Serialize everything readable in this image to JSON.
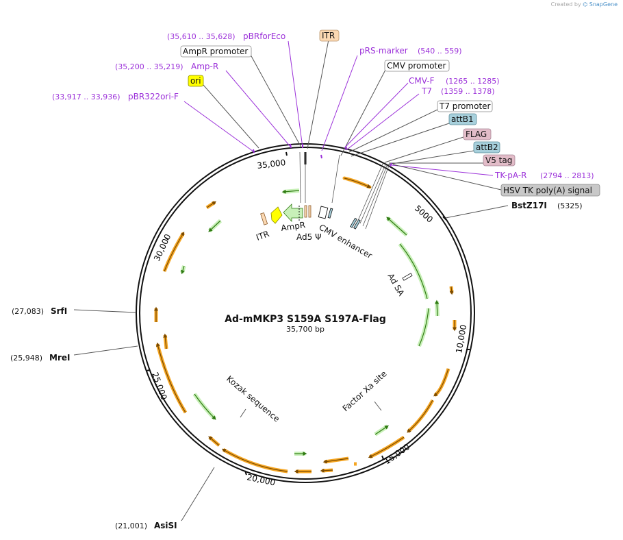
{
  "credit": {
    "prefix": "Created by",
    "brand": "SnapGene"
  },
  "map": {
    "title": "Ad-mMKP3 S159A S197A-Flag",
    "length": "35,700 bp",
    "total_bp": 35700
  },
  "ticks": [
    "5000",
    "10,000",
    "15,000",
    "20,000",
    "25,000",
    "30,000",
    "35,000"
  ],
  "annotations": {
    "pbrforeco": {
      "coord": "(35,610 .. 35,628)",
      "name": "pBRforEco"
    },
    "itr_top": "ITR",
    "amprprom": "AmpR promoter",
    "prs": {
      "name": "pRS-marker",
      "coord": "(540 .. 559)"
    },
    "ampr_primer": {
      "coord": "(35,200 .. 35,219)",
      "name": "Amp-R"
    },
    "cmvprom": "CMV promoter",
    "ori": "ori",
    "cmvf": {
      "name": "CMV-F",
      "coord": "(1265 .. 1285)"
    },
    "t7": {
      "name": "T7",
      "coord": "(1359 .. 1378)"
    },
    "pbr322": {
      "coord": "(33,917 .. 33,936)",
      "name": "pBR322ori-F"
    },
    "t7prom": "T7 promoter",
    "attb1": "attB1",
    "flag": "FLAG",
    "attb2": "attB2",
    "v5": "V5 tag",
    "tkpa": {
      "name": "TK-pA-R",
      "coord": "(2794 .. 2813)"
    },
    "hsv": "HSV TK poly(A) signal"
  },
  "sites": {
    "bstz17i": {
      "name": "BstZ17I",
      "coord": "(5325)"
    },
    "srfi": {
      "name": "SrfI",
      "coord": "(27,083)"
    },
    "mrei": {
      "name": "MreI",
      "coord": "(25,948)"
    },
    "asisi": {
      "name": "AsiSI",
      "coord": "(21,001)"
    }
  },
  "inner_labels": {
    "itr": "ITR",
    "ampr": "AmpR",
    "ad5": "Ad5 Ψ",
    "cmv_enh": "CMV enhancer",
    "adsa": "Ad SA",
    "kozak": "Kozak sequence",
    "factorxa": "Factor Xa site"
  },
  "colors": {
    "primer": "#9b30d9",
    "orf": "#f5a623",
    "orf_dark": "#7a4a00",
    "green": "#3d9a1e",
    "green_fill": "#c8f0b8",
    "ori": "#ffff00",
    "itr_box": "#fbd9b3",
    "attb": "#a7d0dc",
    "tag": "#e2bcc8",
    "grey_box": "#c8c8c8"
  }
}
